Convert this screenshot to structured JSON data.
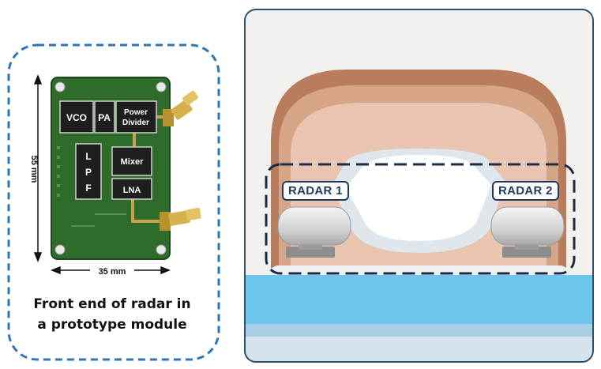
{
  "module": {
    "blocks": {
      "vco": "VCO",
      "pa": "PA",
      "power_divider": [
        "Power",
        "Divider"
      ],
      "lpf": [
        "L",
        "P",
        "F"
      ],
      "mixer": "Mixer",
      "lna": "LNA"
    },
    "dimension_height": "55 mm",
    "dimension_width": "35 mm",
    "caption_line1": "Front end of radar in",
    "caption_line2": "a prototype module"
  },
  "bed_scene": {
    "radar1_label": "RADAR 1",
    "radar2_label": "RADAR 2"
  },
  "colors": {
    "module_border": "#2e75b6",
    "pcb_green": "#2f6b2a",
    "block_dark": "#1e1e1e",
    "headboard_outer": "#b97d5d",
    "headboard_inner": "#e9c4b0",
    "mattress": "#6ec6ef",
    "label_border": "#1f3a5f"
  }
}
